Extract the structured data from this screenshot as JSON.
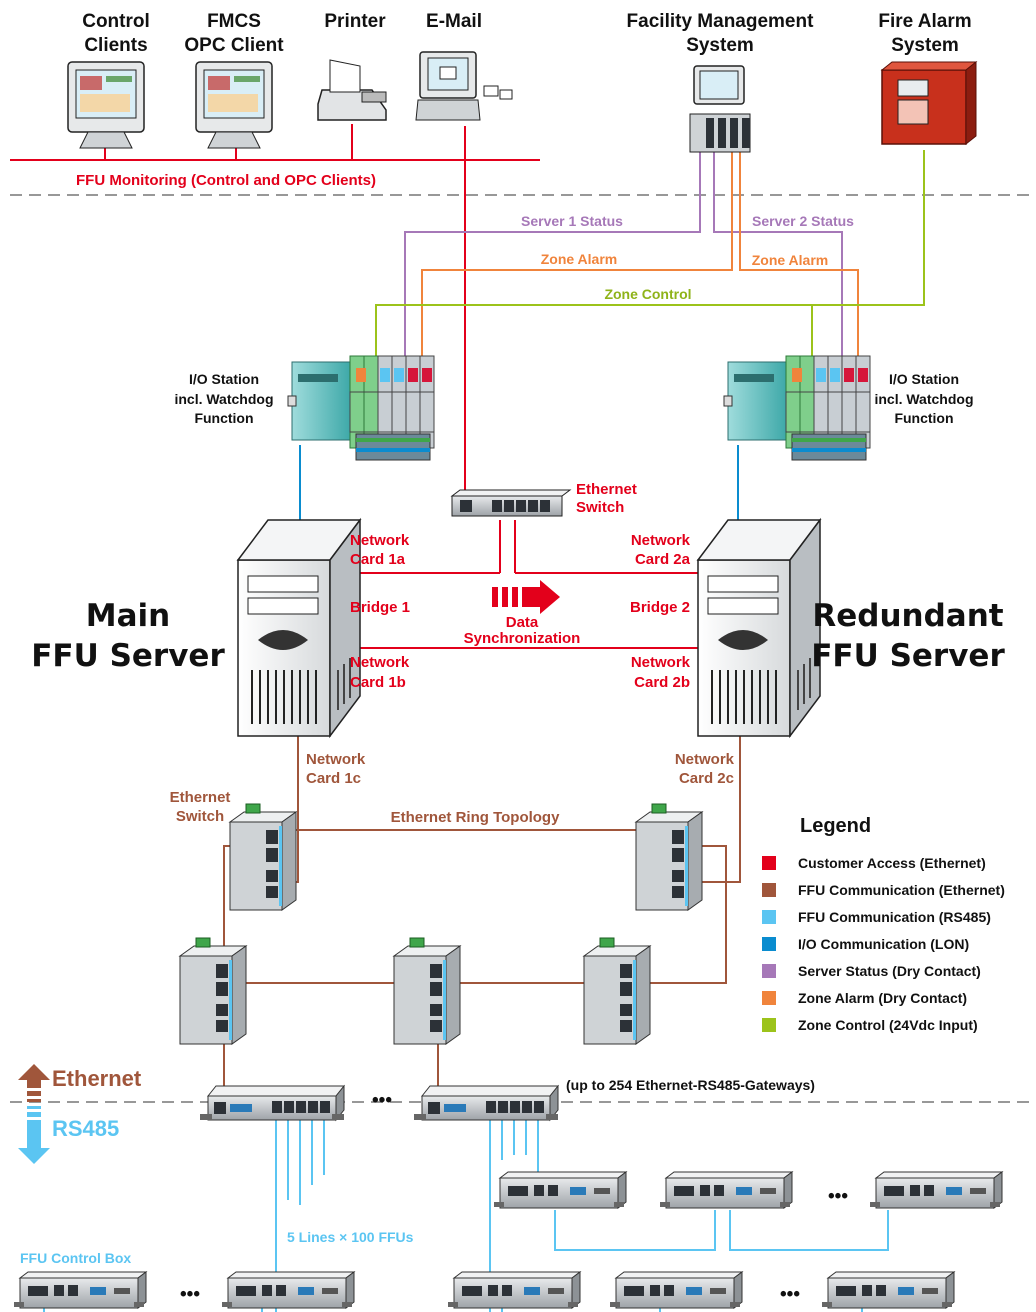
{
  "top_devices": {
    "control_clients": [
      "Control",
      "Clients"
    ],
    "fmcs_client": [
      "FMCS",
      "OPC Client"
    ],
    "printer": "Printer",
    "email": "E-Mail",
    "facility_mgmt": [
      "Facility Management",
      "System"
    ],
    "fire_alarm": [
      "Fire Alarm",
      "System"
    ]
  },
  "lines": {
    "ffu_monitoring": "FFU Monitoring (Control and OPC Clients)",
    "server1_status": "Server 1 Status",
    "server2_status": "Server 2 Status",
    "zone_alarm_left": "Zone Alarm",
    "zone_alarm_right": "Zone Alarm",
    "zone_control": "Zone Control",
    "ethernet_ring": "Ethernet Ring Topology",
    "five_lines": "5 Lines × 100 FFUs",
    "gateways_note": "(up to 254 Ethernet-RS485-Gateways)",
    "ellipsis": "•••"
  },
  "io_station": [
    "I/O Station",
    "incl. Watchdog",
    "Function"
  ],
  "ethernet_switch_top": [
    "Ethernet",
    "Switch"
  ],
  "main_server": {
    "title": [
      "Main",
      "FFU Server"
    ],
    "card_a": [
      "Network",
      "Card 1a"
    ],
    "bridge": "Bridge 1",
    "card_b": [
      "Network",
      "Card 1b"
    ],
    "card_c": [
      "Network",
      "Card 1c"
    ]
  },
  "redundant_server": {
    "title": [
      "Redundant",
      "FFU Server"
    ],
    "card_a": [
      "Network",
      "Card 2a"
    ],
    "bridge": "Bridge 2",
    "card_b": [
      "Network",
      "Card 2b"
    ],
    "card_c": [
      "Network",
      "Card 2c"
    ]
  },
  "data_sync": [
    "Data",
    "Synchronization"
  ],
  "ethernet_switch_left": [
    "Ethernet",
    "Switch"
  ],
  "layers": {
    "ethernet": "Ethernet",
    "rs485": "RS485"
  },
  "ffu_control_box": "FFU Control Box",
  "legend": {
    "title": "Legend",
    "items": [
      {
        "label": "Customer Access (Ethernet)",
        "color": "#e3001b"
      },
      {
        "label": "FFU Communication (Ethernet)",
        "color": "#a0563b"
      },
      {
        "label": "FFU Communication (RS485)",
        "color": "#5bc5f2"
      },
      {
        "label": "I/O Communication (LON)",
        "color": "#0a8ccf"
      },
      {
        "label": "Server Status (Dry Contact)",
        "color": "#a678b8"
      },
      {
        "label": "Zone Alarm (Dry Contact)",
        "color": "#f0843c"
      },
      {
        "label": "Zone Control (24Vdc Input)",
        "color": "#9cc31b"
      }
    ]
  }
}
